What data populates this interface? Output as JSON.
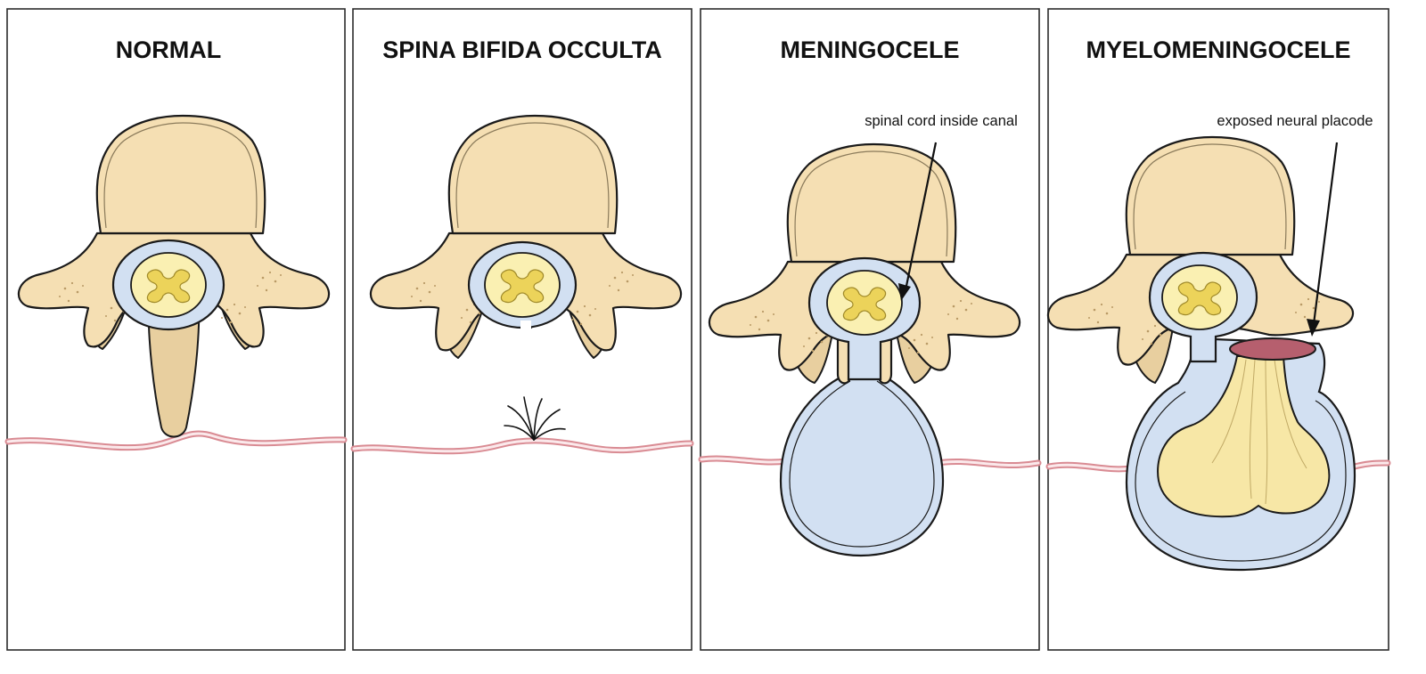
{
  "panels": [
    {
      "id": "normal",
      "title": "NORMAL"
    },
    {
      "id": "occulta",
      "title": "SPINA BIFIDA OCCULTA"
    },
    {
      "id": "meningocele",
      "title": "MENINGOCELE",
      "callout": "spinal cord inside canal"
    },
    {
      "id": "myelomeningocele",
      "title": "MYELOMENINGOCELE",
      "callout": "exposed neural placode"
    }
  ],
  "colors": {
    "bone": "#f5dfb3",
    "dura_csf": "#d2e0f2",
    "spinal_cord": "#faf0b2",
    "gray_matter": "#ecd35a",
    "skin": "#d98b93",
    "placode": "#b65f6e"
  }
}
